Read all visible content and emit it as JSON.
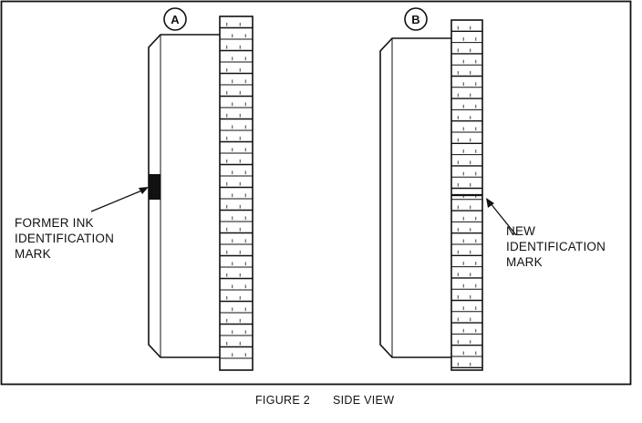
{
  "views": [
    {
      "id": "A",
      "label": "A",
      "callout": [
        "FORMER INK",
        "IDENTIFICATION",
        "MARK"
      ]
    },
    {
      "id": "B",
      "label": "B",
      "callout": [
        "NEW",
        "IDENTIFICATION",
        "MARK"
      ]
    }
  ],
  "caption": {
    "figure": "FIGURE 2",
    "title": "SIDE VIEW"
  },
  "colors": {
    "line": "#111111",
    "background": "#ffffff"
  }
}
